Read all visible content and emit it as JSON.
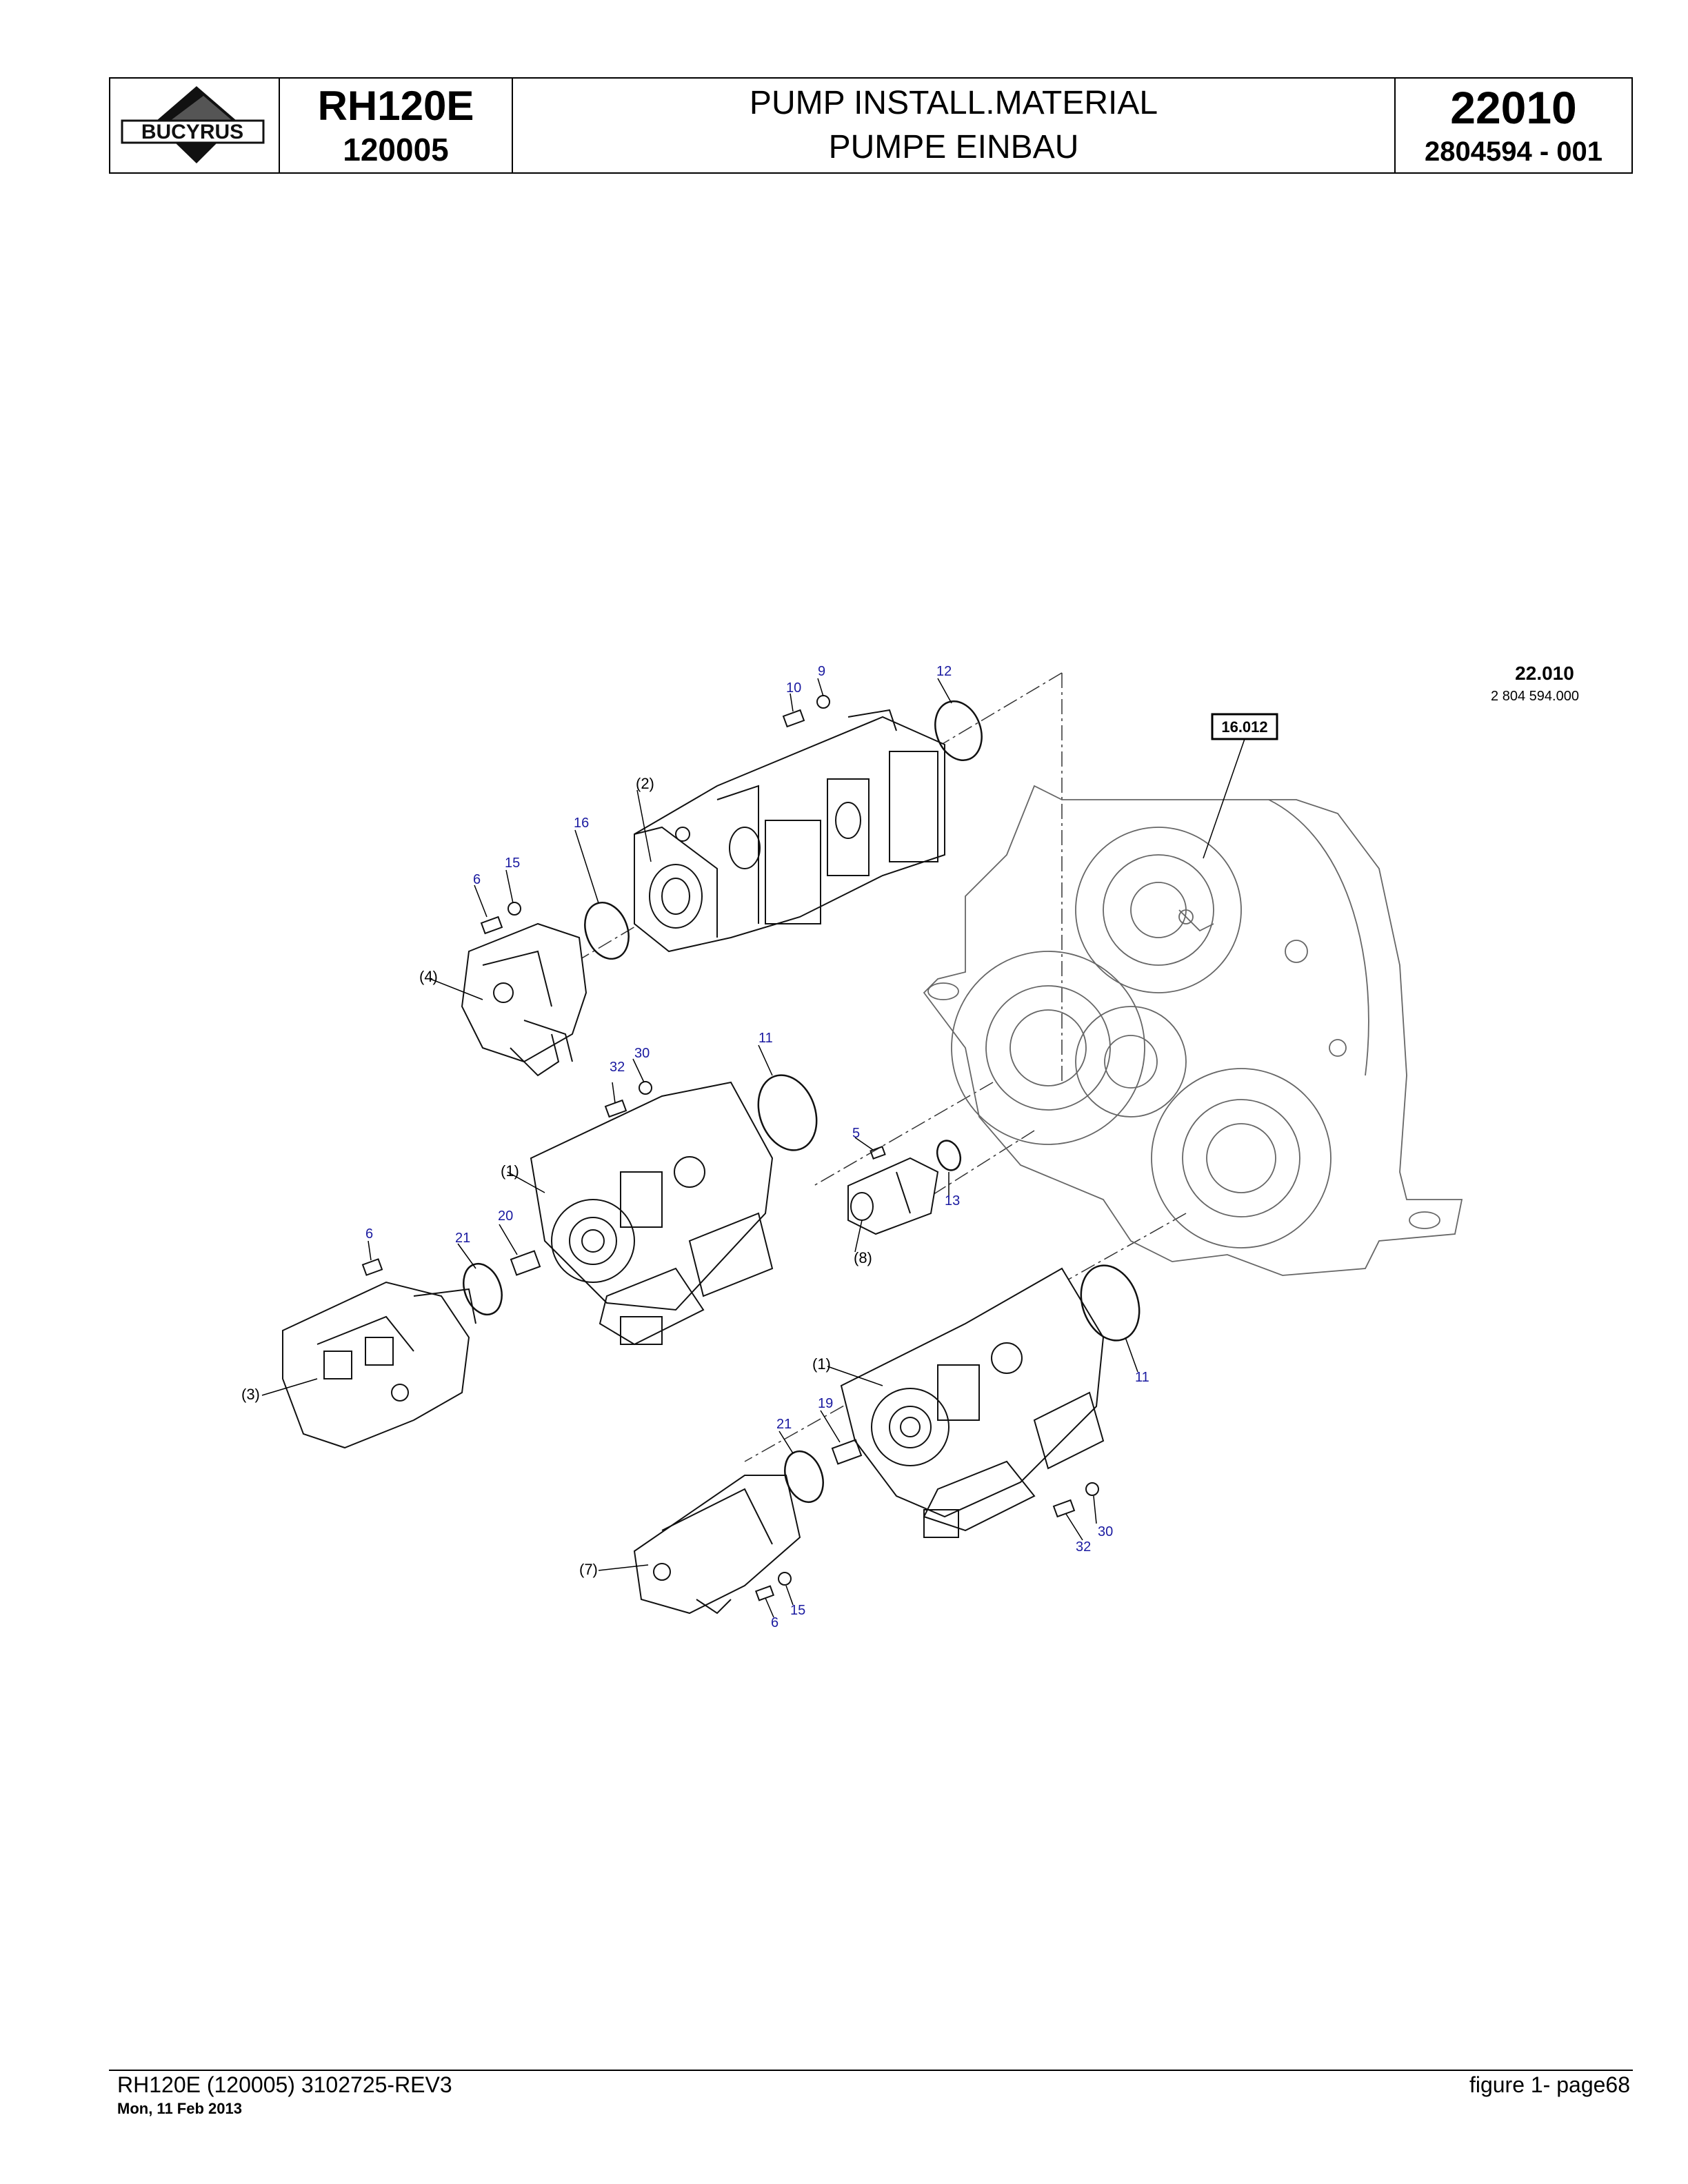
{
  "header": {
    "logo_text": "BUCYRUS",
    "model": "RH120E",
    "serial": "120005",
    "title_en": "PUMP INSTALL.MATERIAL",
    "title_de": "PUMPE EINBAU",
    "drawing_number": "22010",
    "part_number": "2804594  - 001"
  },
  "drawing": {
    "ref_group": "22.010",
    "ref_part": "2 804 594.000",
    "ref_box": "16.012"
  },
  "callouts": [
    {
      "label": "9",
      "color": "#1a1aa0"
    },
    {
      "label": "10",
      "color": "#1a1aa0"
    },
    {
      "label": "12",
      "color": "#1a1aa0"
    },
    {
      "label": "(2)",
      "color": "#000000"
    },
    {
      "label": "16",
      "color": "#1a1aa0"
    },
    {
      "label": "15",
      "color": "#1a1aa0"
    },
    {
      "label": "6",
      "color": "#1a1aa0"
    },
    {
      "label": "(4)",
      "color": "#000000"
    },
    {
      "label": "11",
      "color": "#1a1aa0"
    },
    {
      "label": "30",
      "color": "#1a1aa0"
    },
    {
      "label": "32",
      "color": "#1a1aa0"
    },
    {
      "label": "5",
      "color": "#1a1aa0"
    },
    {
      "label": "(1)",
      "color": "#000000"
    },
    {
      "label": "13",
      "color": "#1a1aa0"
    },
    {
      "label": "20",
      "color": "#1a1aa0"
    },
    {
      "label": "(8)",
      "color": "#000000"
    },
    {
      "label": "6",
      "color": "#1a1aa0"
    },
    {
      "label": "21",
      "color": "#1a1aa0"
    },
    {
      "label": "(3)",
      "color": "#000000"
    },
    {
      "label": "(1)",
      "color": "#000000"
    },
    {
      "label": "11",
      "color": "#1a1aa0"
    },
    {
      "label": "19",
      "color": "#1a1aa0"
    },
    {
      "label": "21",
      "color": "#1a1aa0"
    },
    {
      "label": "30",
      "color": "#1a1aa0"
    },
    {
      "label": "32",
      "color": "#1a1aa0"
    },
    {
      "label": "(7)",
      "color": "#000000"
    },
    {
      "label": "15",
      "color": "#1a1aa0"
    },
    {
      "label": "6",
      "color": "#1a1aa0"
    }
  ],
  "footer": {
    "left": "RH120E (120005) 3102725-REV3",
    "date": "Mon, 11 Feb 2013",
    "right": "figure  1- page68"
  }
}
